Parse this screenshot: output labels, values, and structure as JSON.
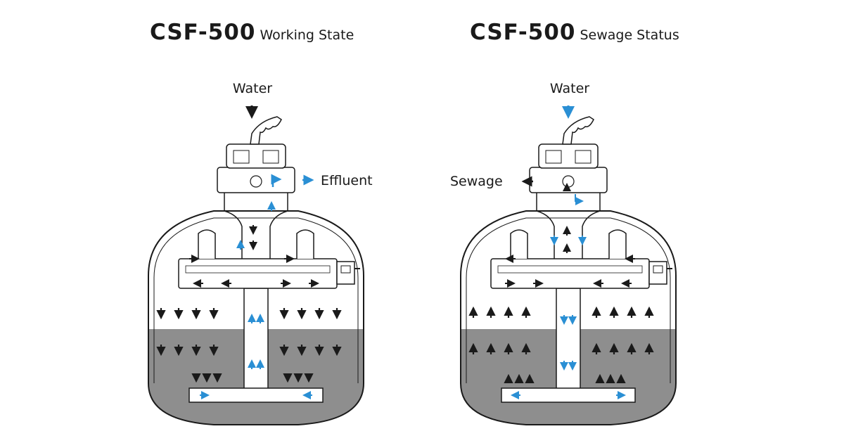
{
  "colors": {
    "flow_blue": "#2a8fd4",
    "flow_black": "#1a1a1a",
    "media_gray": "#8e8e8e",
    "outline": "#1a1a1a"
  },
  "left": {
    "model": "CSF-500",
    "state": "Working State",
    "labels": {
      "water": "Water",
      "effluent": "Effluent"
    }
  },
  "right": {
    "model": "CSF-500",
    "state": "Sewage Status",
    "labels": {
      "water": "Water",
      "sewage": "Sewage"
    }
  },
  "icons": [
    "down-arrow-icon",
    "up-arrow-icon",
    "left-arrow-icon",
    "right-arrow-icon",
    "elbow-arrow-icon"
  ]
}
